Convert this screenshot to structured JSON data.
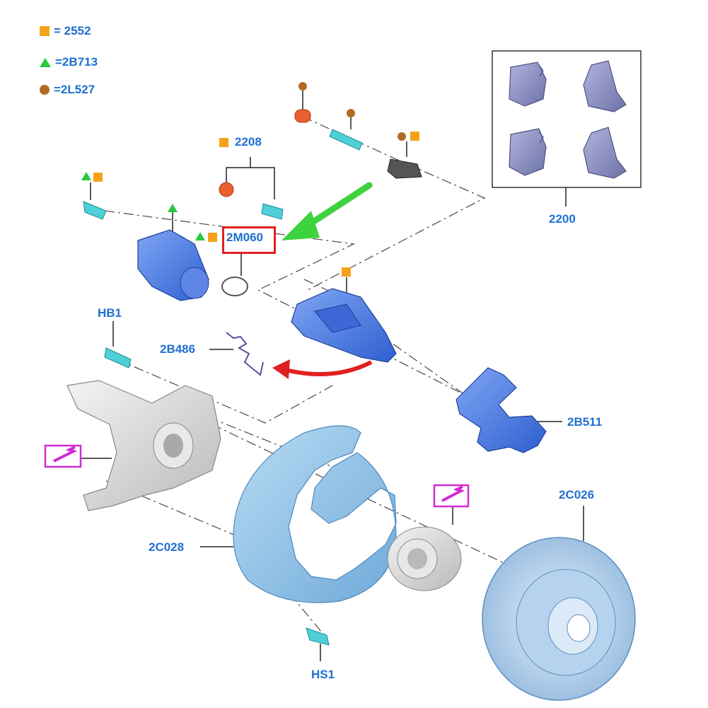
{
  "legend": [
    {
      "symbol": "square-icon",
      "color": "#f5a21a",
      "text": "= 2552"
    },
    {
      "symbol": "triangle-icon",
      "color": "#27c93f",
      "text": "=2B713"
    },
    {
      "symbol": "circle-icon",
      "color": "#b36a25",
      "text": "=2L527"
    }
  ],
  "labels": {
    "p2208": "2208",
    "p2200": "2200",
    "p2M060": "2M060",
    "pHB1": "HB1",
    "p2B486": "2B486",
    "p2B511": "2B511",
    "p2C026": "2C026",
    "p2C028": "2C028",
    "pHS1": "HS1"
  },
  "colors": {
    "label": "#1f6fd1",
    "caliper": "#3a6fe0",
    "shield": "#8cc0e6",
    "disc": "#a8c8e8",
    "knuckle": "#d8d8d8",
    "bolt": "#4fd0d8",
    "pad": "#8a8fbf",
    "highlight": "#e02020",
    "pointer_arrow": "#3ed23e",
    "rotate_arrow": "#e02020",
    "magenta": "#d22ad2"
  },
  "icons": [
    "torque-wrench-icon",
    "torque-wrench-icon"
  ]
}
